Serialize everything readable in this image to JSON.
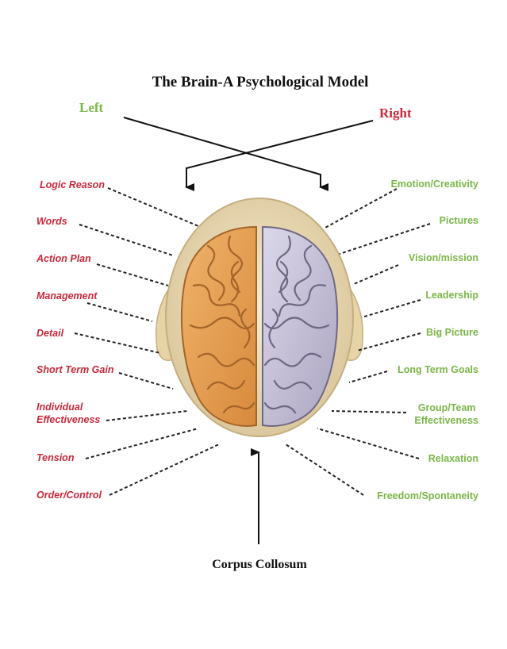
{
  "title": "The Brain-A Psychological Model",
  "side_left": {
    "text": "Left",
    "color": "#7ab648"
  },
  "side_right": {
    "text": "Right",
    "color": "#c8283a"
  },
  "caption": "Corpus Collosum",
  "left_labels": [
    [
      "Logic Reason"
    ],
    [
      "Words"
    ],
    [
      "Action Plan"
    ],
    [
      "Management"
    ],
    [
      "Detail"
    ],
    [
      "Short Term Gain"
    ],
    [
      "Individual",
      "Effectiveness"
    ],
    [
      "Tension"
    ],
    [
      "Order/Control"
    ]
  ],
  "right_labels": [
    [
      "Emotion/Creativity"
    ],
    [
      "Pictures"
    ],
    [
      "Vision/mission"
    ],
    [
      "Leadership"
    ],
    [
      "Big Picture"
    ],
    [
      "Long Term Goals"
    ],
    [
      "Group/Team",
      "Effectiveness"
    ],
    [
      "Relaxation"
    ],
    [
      "Freedom/Spontaneity"
    ]
  ],
  "colors": {
    "left_label": "#c8283a",
    "right_label": "#7ab648",
    "left_hemisphere": "#e8a25a",
    "right_hemisphere": "#c9c5da",
    "head": "#efe2bf"
  }
}
